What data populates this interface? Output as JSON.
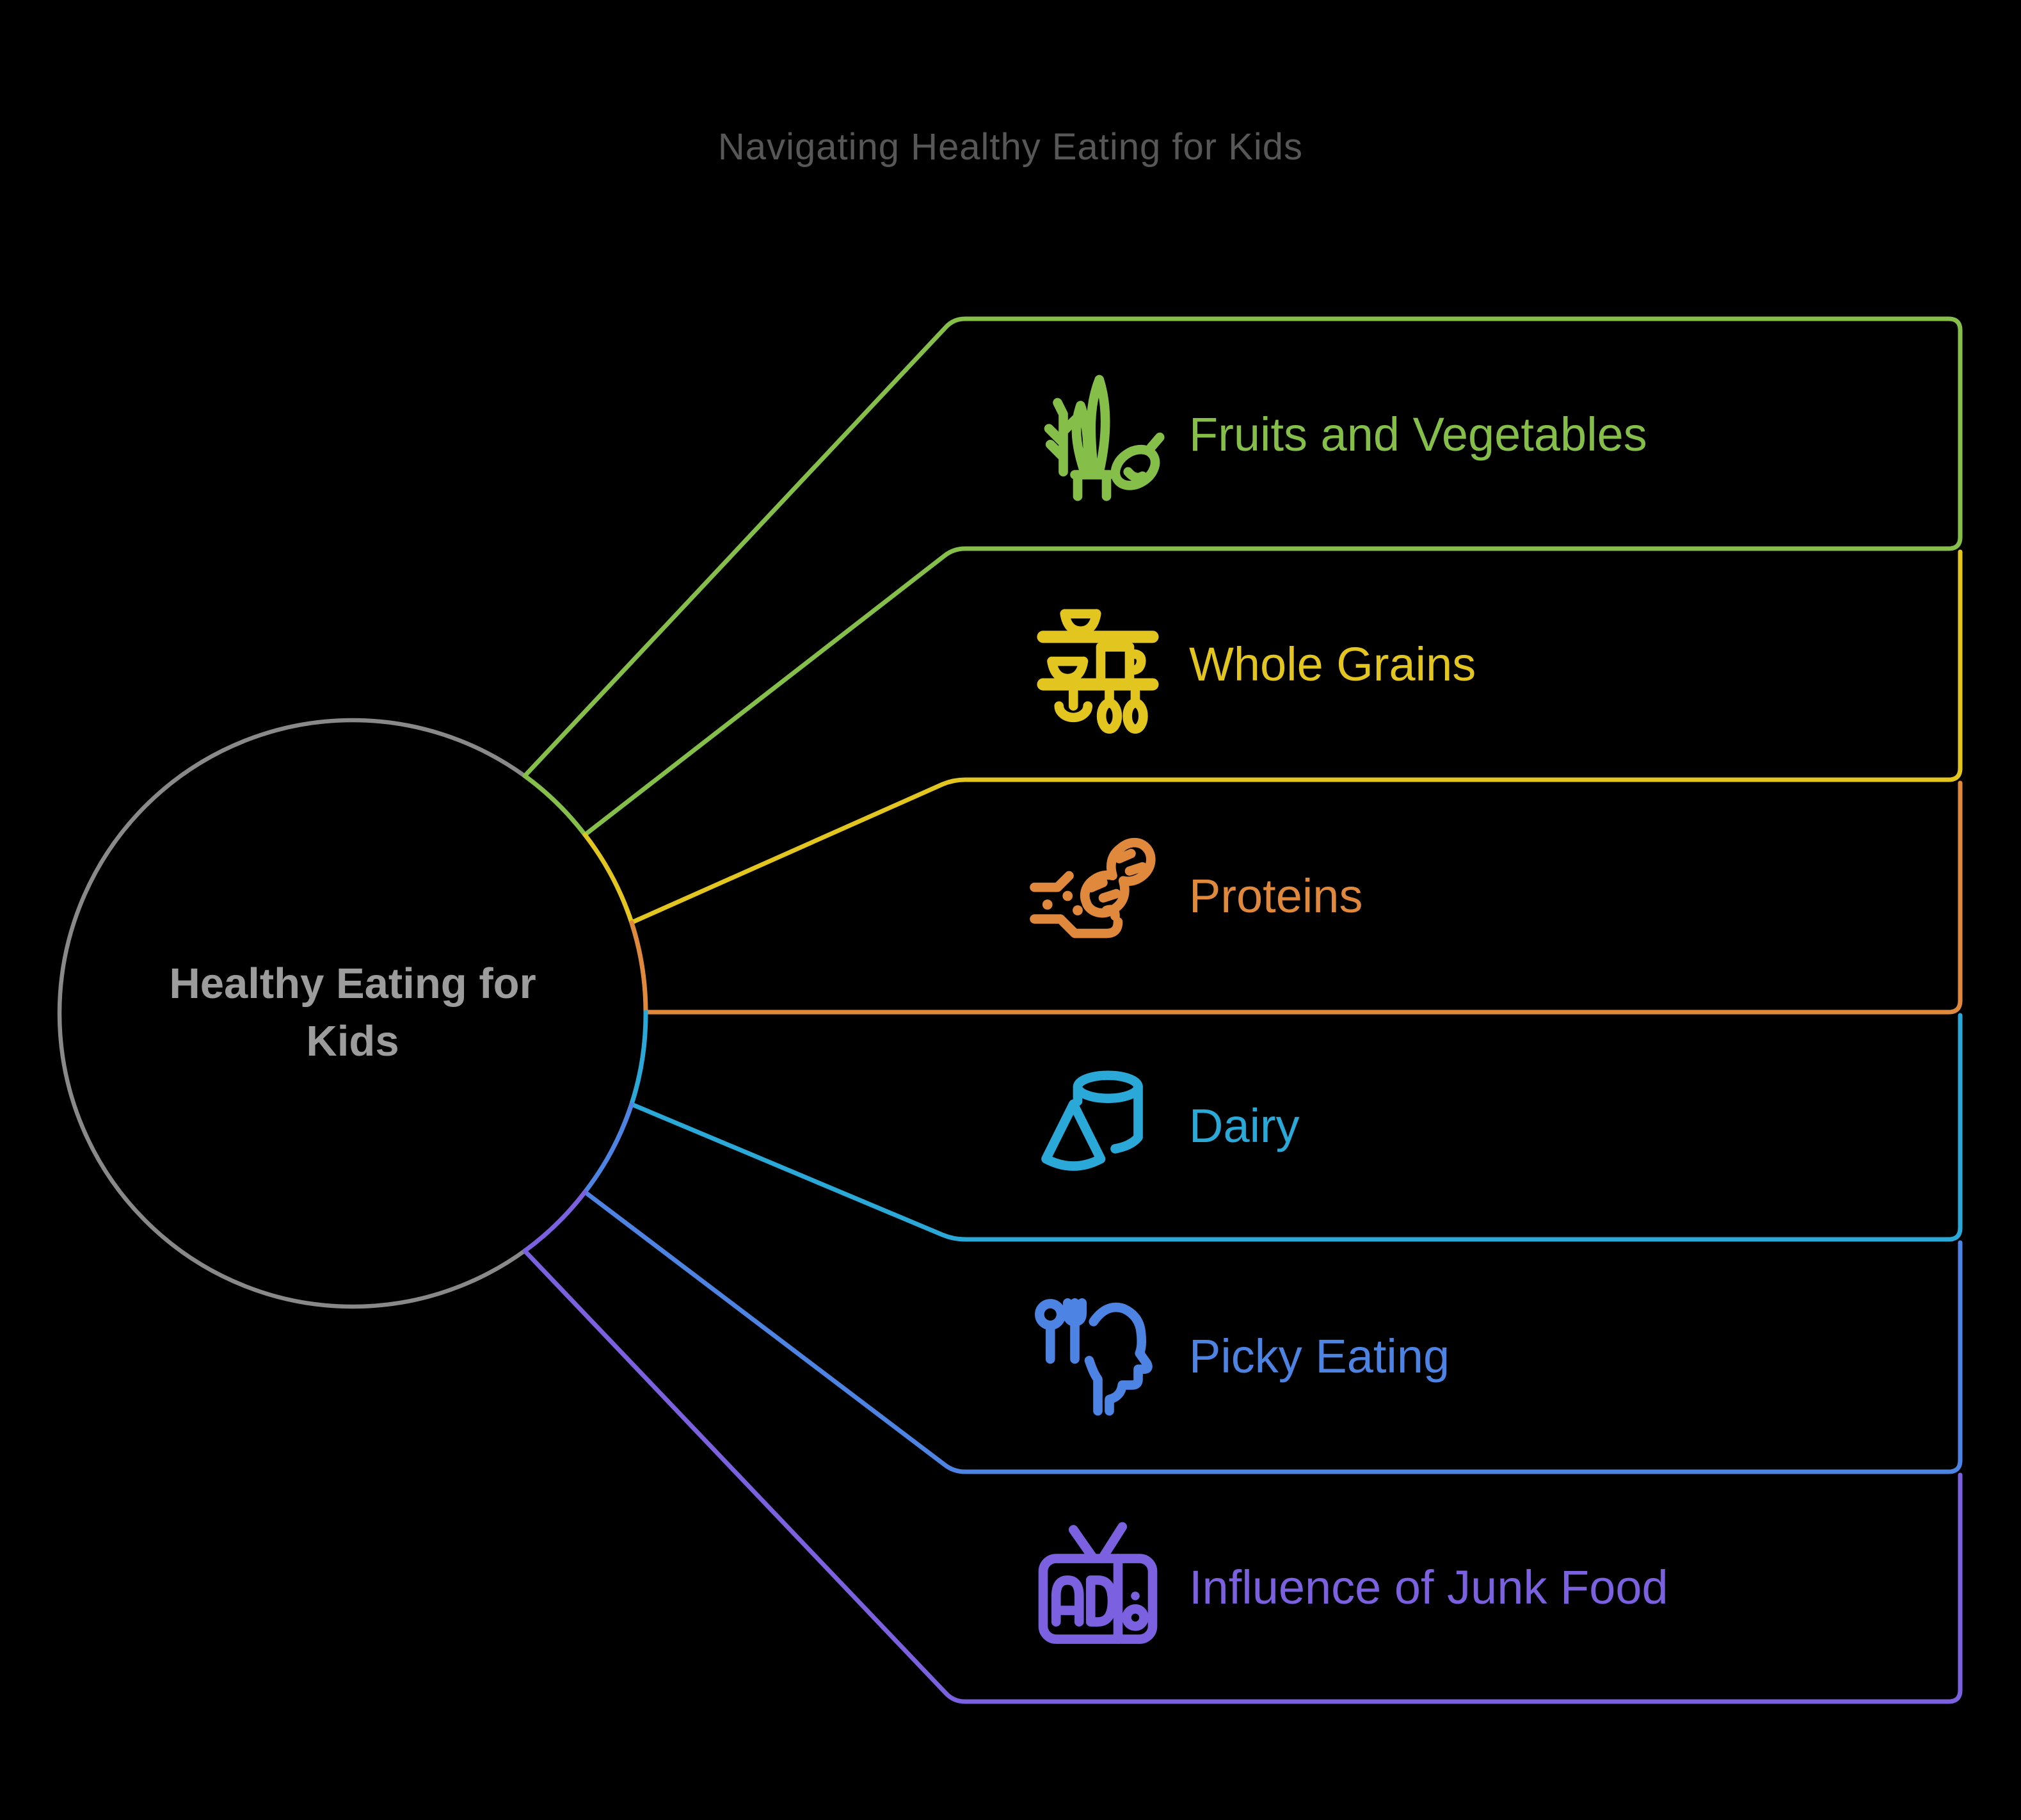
{
  "title": "Navigating Healthy Eating for Kids",
  "title_color": "#575757",
  "background": "#000000",
  "center": {
    "line1": "Healthy Eating for",
    "line2": "Kids",
    "text_color": "#9c9c9c",
    "circle_color": "#898989"
  },
  "branches": [
    {
      "label": "Fruits and Vegetables",
      "color": "#86BE4A",
      "icon": "fruits-vegetables-icon"
    },
    {
      "label": "Whole Grains",
      "color": "#E2C51E",
      "icon": "whole-grains-icon"
    },
    {
      "label": "Proteins",
      "color": "#E0893C",
      "icon": "proteins-icon"
    },
    {
      "label": "Dairy",
      "color": "#2AA9D8",
      "icon": "dairy-icon"
    },
    {
      "label": "Picky Eating",
      "color": "#4D83E3",
      "icon": "picky-eating-icon"
    },
    {
      "label": "Influence of Junk Food",
      "color": "#7B60E0",
      "icon": "junk-food-icon"
    }
  ]
}
